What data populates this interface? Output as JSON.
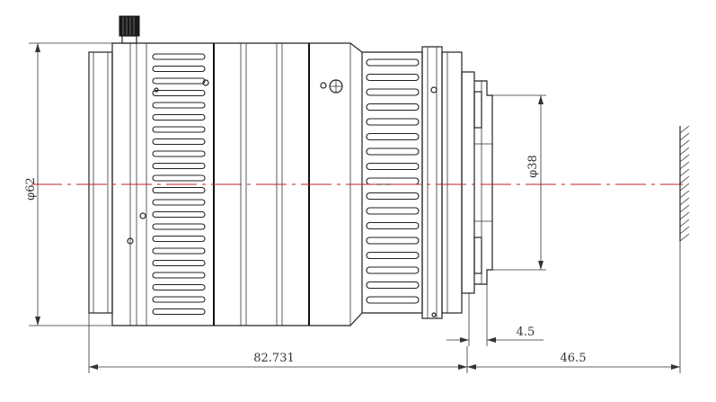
{
  "dimensions": {
    "front_diameter": "φ62",
    "mount_diameter": "φ38",
    "flange_depth": "4.5",
    "body_length": "82.731",
    "back_focal_distance": "46.5"
  },
  "colors": {
    "optical_axis": "#c02020",
    "line": "#222222"
  }
}
